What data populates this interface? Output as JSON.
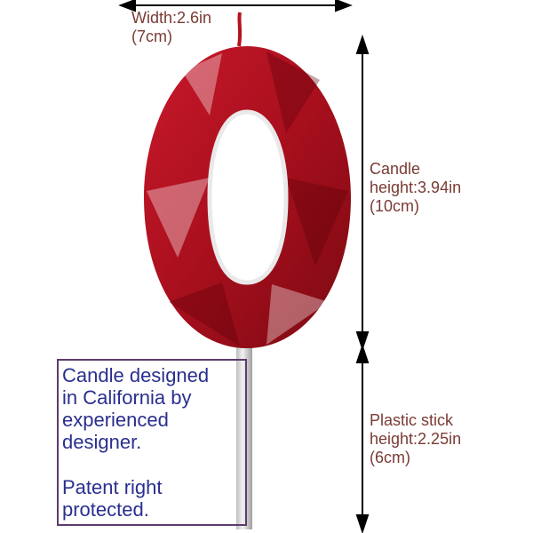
{
  "dimensions": {
    "width_label": "Width:2.6in\n(7cm)",
    "candle_height_label": "Candle\nheight:3.94in\n(10cm)",
    "stick_height_label": "Plastic stick\nheight:2.25in\n(6cm)"
  },
  "note": {
    "line_block_1": "Candle designed\nin California by\nexperienced\ndesigner.",
    "line_block_2": "Patent right\nprotected."
  },
  "colors": {
    "candle_red": "#b0101c",
    "candle_dark": "#7a0a12",
    "label_brown": "#7a3b34",
    "note_blue": "#2a2f8f",
    "box_border": "#5d3b6e"
  }
}
